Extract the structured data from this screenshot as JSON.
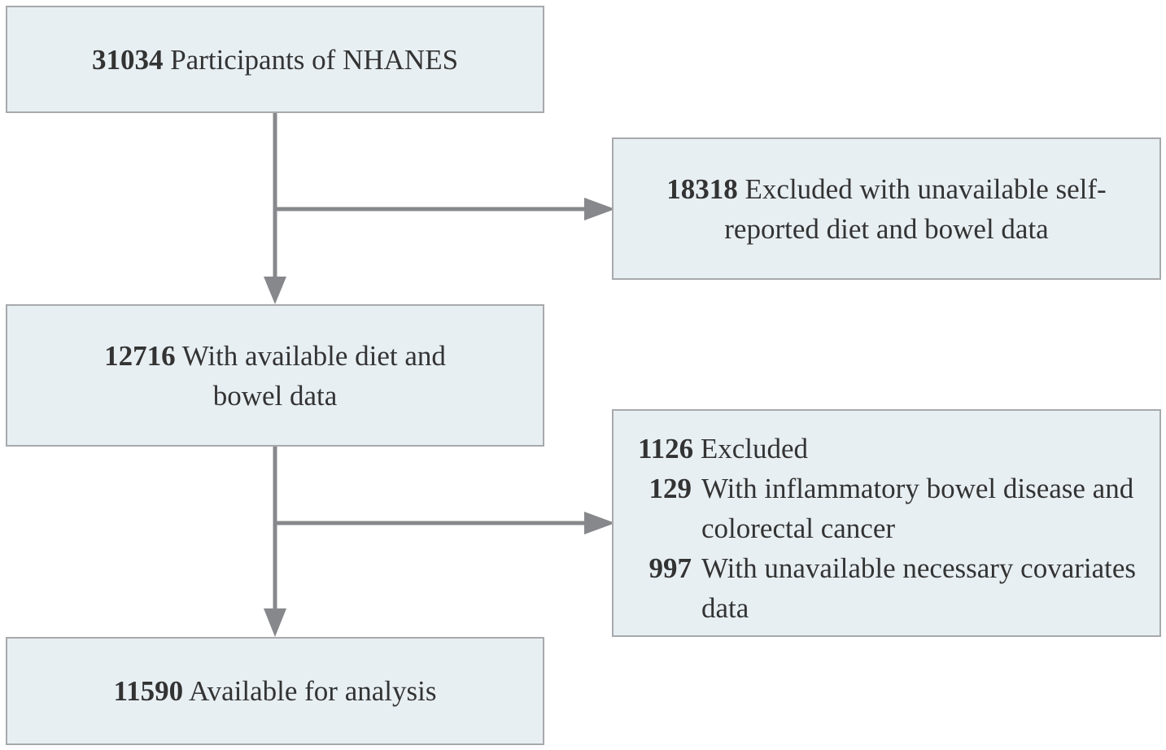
{
  "flowchart": {
    "enrolled": {
      "count": "31034",
      "label": "Participants of NHANES"
    },
    "excluded_1": {
      "count": "18318",
      "label": "Excluded with unavailable self-reported diet and bowel data"
    },
    "available": {
      "count": "12716",
      "label": "With available diet and bowel data"
    },
    "excluded_2": {
      "count": "1126",
      "label": "Excluded",
      "reasons": [
        {
          "count": "129",
          "label": "With inflammatory bowel disease and colorectal cancer"
        },
        {
          "count": "997",
          "label": "With unavailable necessary covariates data"
        }
      ]
    },
    "analysis": {
      "count": "11590",
      "label": "Available for analysis"
    }
  },
  "colors": {
    "box_fill": "#e8eff3",
    "box_border": "#a7a9ac",
    "arrow": "#87888b",
    "text": "#333333"
  }
}
